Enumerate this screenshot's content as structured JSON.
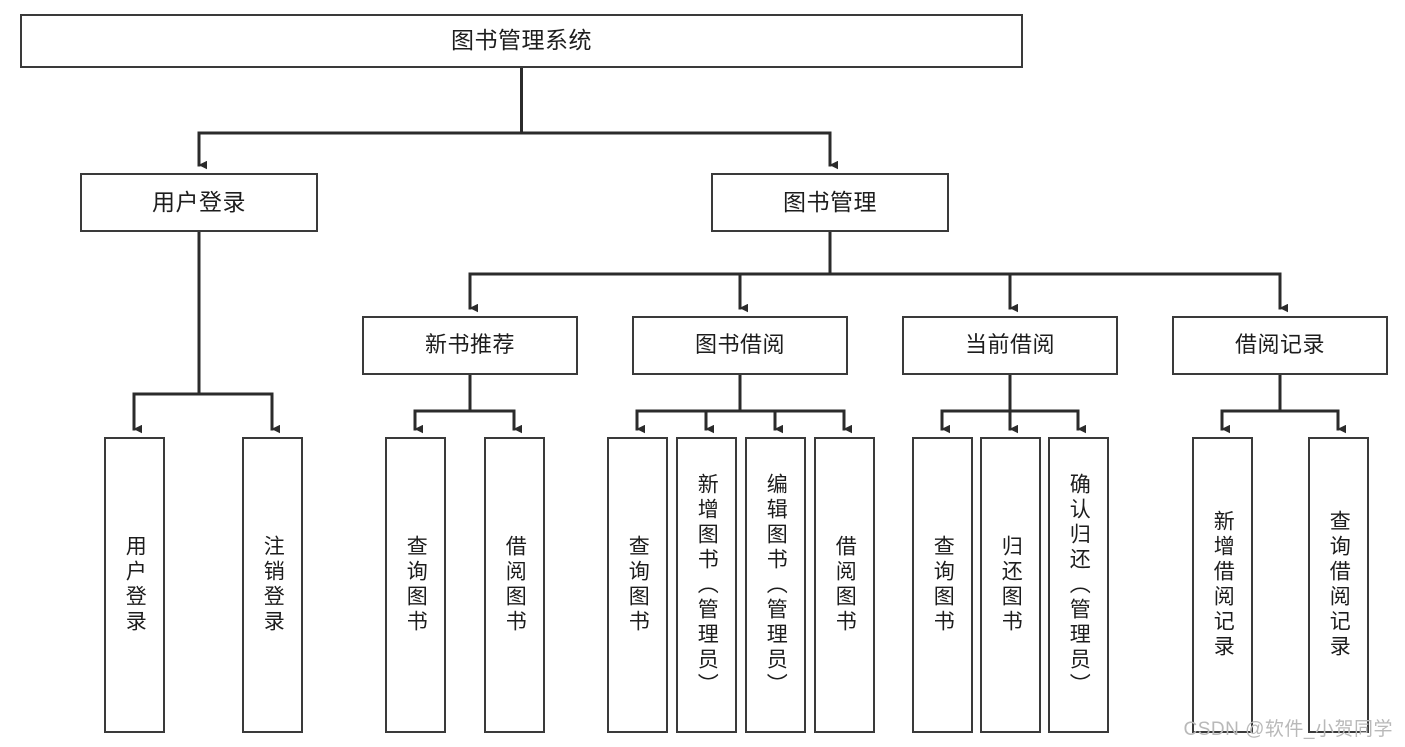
{
  "diagram": {
    "title": "图书管理系统",
    "type": "tree-hierarchy-diagram",
    "watermark": "CSDN @软件_小贺同学",
    "colors": {
      "background": "#ffffff",
      "box_border": "#3a3a3a",
      "box_fill": "#ffffff",
      "text": "#1d1d1d",
      "edge": "#2b2b2b",
      "watermark": "#b9b9b9"
    },
    "root": {
      "label": "图书管理系统"
    },
    "level2": [
      {
        "label": "用户登录"
      },
      {
        "label": "图书管理"
      }
    ],
    "level3": [
      {
        "label": "新书推荐"
      },
      {
        "label": "图书借阅"
      },
      {
        "label": "当前借阅"
      },
      {
        "label": "借阅记录"
      }
    ],
    "leaves": {
      "user_login": [
        {
          "label": "用户登录"
        },
        {
          "label": "注销登录"
        }
      ],
      "new_book_recommend": [
        {
          "label": "查询图书"
        },
        {
          "label": "借阅图书"
        }
      ],
      "book_borrow": [
        {
          "label": "查询图书"
        },
        {
          "label": "新增图书（管理员）"
        },
        {
          "label": "编辑图书（管理员）"
        },
        {
          "label": "借阅图书"
        }
      ],
      "current_borrow": [
        {
          "label": "查询图书"
        },
        {
          "label": "归还图书"
        },
        {
          "label": "确认归还（管理员）"
        }
      ],
      "borrow_record": [
        {
          "label": "新增借阅记录"
        },
        {
          "label": "查询借阅记录"
        }
      ]
    }
  }
}
